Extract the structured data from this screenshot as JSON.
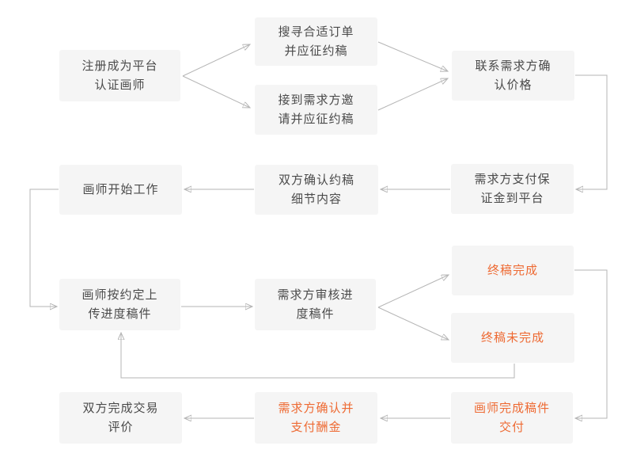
{
  "diagram": {
    "type": "flowchart",
    "language": "zh-CN",
    "colors": {
      "background": "#ffffff",
      "node_background": "#f5f5f5",
      "node_text": "#4a4a4a",
      "highlight_text": "#ee6a33",
      "connector_line": "#b5b5b5",
      "connector_arrow": "#999999"
    },
    "nodes": [
      {
        "id": "register-artist",
        "label": "注册成为平台\n认证画师",
        "highlighted": false
      },
      {
        "id": "search-orders",
        "label": "搜寻合适订单\n并应征约稿",
        "highlighted": false
      },
      {
        "id": "receive-invitation",
        "label": "接到需求方邀\n请并应征约稿",
        "highlighted": false
      },
      {
        "id": "confirm-price",
        "label": "联系需求方确\n认价格",
        "highlighted": false
      },
      {
        "id": "pay-deposit",
        "label": "需求方支付保\n证金到平台",
        "highlighted": false
      },
      {
        "id": "confirm-details",
        "label": "双方确认约稿\n细节内容",
        "highlighted": false
      },
      {
        "id": "start-work",
        "label": "画师开始工作",
        "highlighted": false
      },
      {
        "id": "upload-progress",
        "label": "画师按约定上\n传进度稿件",
        "highlighted": false
      },
      {
        "id": "review-progress",
        "label": "需求方审核进\n度稿件",
        "highlighted": false
      },
      {
        "id": "final-complete",
        "label": "终稿完成",
        "highlighted": true
      },
      {
        "id": "final-incomplete",
        "label": "终稿未完成",
        "highlighted": true
      },
      {
        "id": "deliver-final",
        "label": "画师完成稿件\n交付",
        "highlighted": true
      },
      {
        "id": "confirm-payment",
        "label": "需求方确认并\n支付酬金",
        "highlighted": true
      },
      {
        "id": "complete-evaluation",
        "label": "双方完成交易\n评价",
        "highlighted": false
      }
    ],
    "edges": [
      {
        "from": "register-artist",
        "to": "search-orders"
      },
      {
        "from": "register-artist",
        "to": "receive-invitation"
      },
      {
        "from": "search-orders",
        "to": "confirm-price"
      },
      {
        "from": "receive-invitation",
        "to": "confirm-price"
      },
      {
        "from": "confirm-price",
        "to": "pay-deposit"
      },
      {
        "from": "pay-deposit",
        "to": "confirm-details"
      },
      {
        "from": "confirm-details",
        "to": "start-work"
      },
      {
        "from": "start-work",
        "to": "upload-progress"
      },
      {
        "from": "upload-progress",
        "to": "review-progress"
      },
      {
        "from": "review-progress",
        "to": "final-complete"
      },
      {
        "from": "review-progress",
        "to": "final-incomplete"
      },
      {
        "from": "final-incomplete",
        "to": "upload-progress"
      },
      {
        "from": "final-complete",
        "to": "deliver-final"
      },
      {
        "from": "deliver-final",
        "to": "confirm-payment"
      },
      {
        "from": "confirm-payment",
        "to": "complete-evaluation"
      }
    ]
  }
}
